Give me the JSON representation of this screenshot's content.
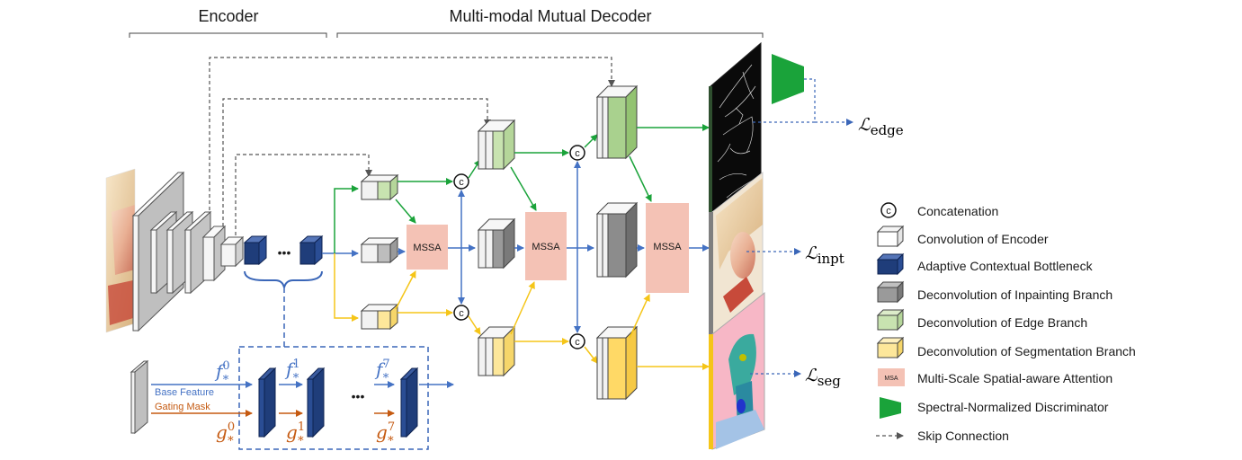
{
  "headers": {
    "encoder": "Encoder",
    "decoder": "Multi-modal Mutual Decoder"
  },
  "blocks": {
    "msa_label": "MSSA",
    "concat_symbol": "c",
    "ellipsis": "•••"
  },
  "losses": {
    "edge": {
      "script": "ℒ",
      "sub": "edge"
    },
    "inpt": {
      "script": "ℒ",
      "sub": "inpt"
    },
    "seg": {
      "script": "ℒ",
      "sub": "seg"
    }
  },
  "bottleneck_detail": {
    "base_feature": "Base Feature",
    "gating_mask": "Gating Mask",
    "f0": {
      "base": "f",
      "sup": "0",
      "sub": "*"
    },
    "f1": {
      "base": "f",
      "sup": "1",
      "sub": "*"
    },
    "f7": {
      "base": "f",
      "sup": "7",
      "sub": "*"
    },
    "g0": {
      "base": "g",
      "sup": "0",
      "sub": "*"
    },
    "g1": {
      "base": "g",
      "sup": "1",
      "sub": "*"
    },
    "g7": {
      "base": "g",
      "sup": "7",
      "sub": "*"
    }
  },
  "legend": {
    "concat_symbol": "c",
    "msa_icon_text": "MSA",
    "items": [
      {
        "label": "Concatenation"
      },
      {
        "label": "Convolution of Encoder"
      },
      {
        "label": "Adaptive Contextual Bottleneck"
      },
      {
        "label": "Deconvolution of Inpainting Branch"
      },
      {
        "label": "Deconvolution of Edge Branch"
      },
      {
        "label": "Deconvolution of Segmentation Branch"
      },
      {
        "label": "Multi-Scale Spatial-aware Attention"
      },
      {
        "label": "Spectral-Normalized Discriminator"
      },
      {
        "label": "Skip Connection"
      }
    ]
  },
  "colors": {
    "green": "#1aa33a",
    "blue": "#4472c4",
    "yellow": "#f5c518",
    "orange": "#c55a11",
    "navy": "#1f3d7a",
    "msa": "#f4c2b5",
    "gray": "#808080",
    "green_face": "#c8e3b0",
    "yellow_face": "#fde79a",
    "white_face": "#f2f2f2"
  }
}
